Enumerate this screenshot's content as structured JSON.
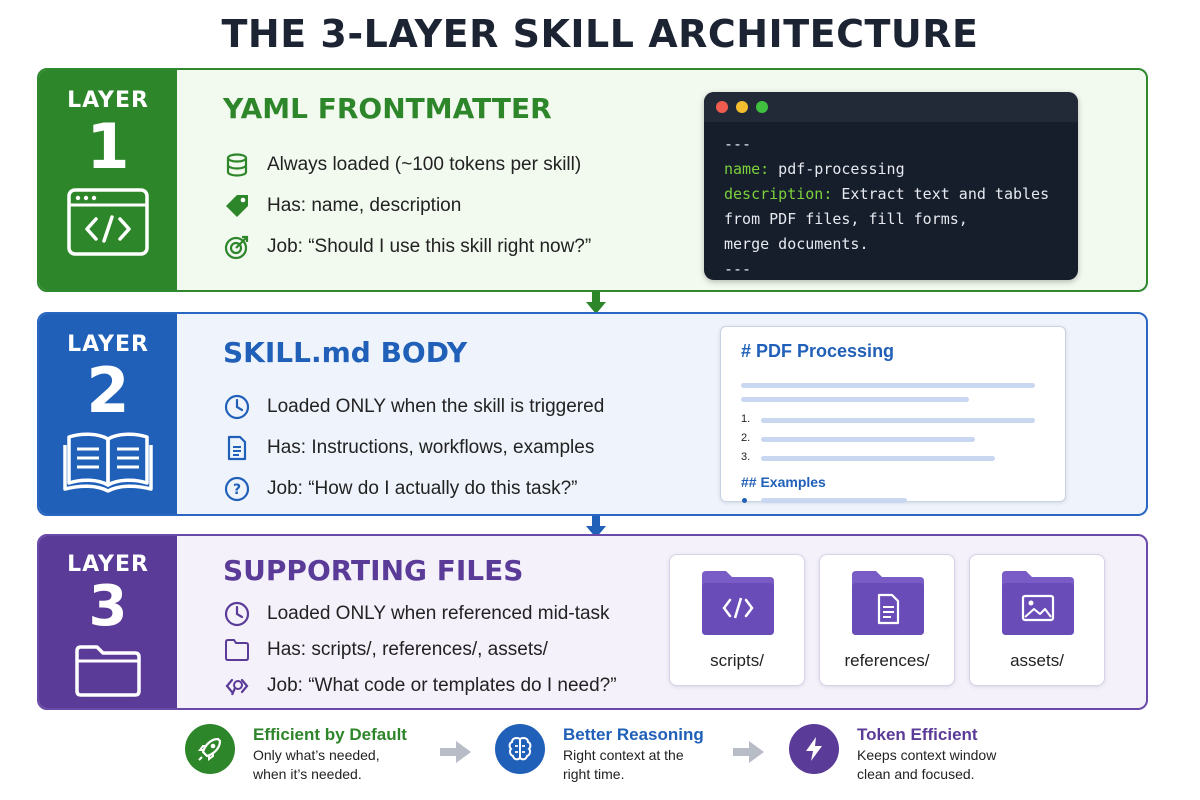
{
  "title": "THE 3-LAYER SKILL ARCHITECTURE",
  "colors": {
    "layer1": "#2e862b",
    "layer2": "#2060b8",
    "layer3": "#5b3b98"
  },
  "layers": [
    {
      "badge_label": "LAYER",
      "number": "1",
      "badge_icon": "code-window-icon",
      "heading": "YAML FRONTMATTER",
      "bullets": [
        {
          "icon": "database-icon",
          "text": "Always loaded (~100 tokens per skill)"
        },
        {
          "icon": "tag-icon",
          "text": "Has: name, description"
        },
        {
          "icon": "target-icon",
          "text": "Job: “Should I use this skill right now?”"
        }
      ],
      "code": {
        "lines": [
          {
            "key": "",
            "value": "---"
          },
          {
            "key": "name:",
            "value": " pdf-processing"
          },
          {
            "key": "description:",
            "value": " Extract text and tables"
          },
          {
            "key": "",
            "value": "from PDF files, fill forms,"
          },
          {
            "key": "",
            "value": "merge documents."
          },
          {
            "key": "",
            "value": "---"
          }
        ]
      }
    },
    {
      "badge_label": "LAYER",
      "number": "2",
      "badge_icon": "open-book-icon",
      "heading": "SKILL.md BODY",
      "bullets": [
        {
          "icon": "clock-icon",
          "text": "Loaded ONLY when the skill is triggered"
        },
        {
          "icon": "document-icon",
          "text": "Has: Instructions, workflows, examples"
        },
        {
          "icon": "question-icon",
          "text": "Job: “How do I actually do this task?”"
        }
      ],
      "doc": {
        "h1": "# PDF Processing",
        "numbers": [
          "1.",
          "2.",
          "3."
        ],
        "h2": "## Examples"
      }
    },
    {
      "badge_label": "LAYER",
      "number": "3",
      "badge_icon": "folder-icon",
      "heading": "SUPPORTING FILES",
      "bullets": [
        {
          "icon": "clock-icon",
          "text": "Loaded ONLY when referenced mid-task"
        },
        {
          "icon": "folder-icon",
          "text": "Has: scripts/, references/, assets/"
        },
        {
          "icon": "code-search-icon",
          "text": "Job: “What code or templates do I need?”"
        }
      ],
      "folders": [
        {
          "icon": "code-folder-icon",
          "label": "scripts/"
        },
        {
          "icon": "document-folder-icon",
          "label": "references/"
        },
        {
          "icon": "image-folder-icon",
          "label": "assets/"
        }
      ]
    }
  ],
  "benefits": [
    {
      "icon": "rocket-icon",
      "title": "Efficient by Default",
      "line1": "Only what’s needed,",
      "line2": "when it’s needed.",
      "color": "#2e862b"
    },
    {
      "icon": "brain-icon",
      "title": "Better Reasoning",
      "line1": "Right context at the",
      "line2": "right time.",
      "color": "#2060b8"
    },
    {
      "icon": "lightning-icon",
      "title": "Token Efficient",
      "line1": "Keeps context window",
      "line2": "clean and focused.",
      "color": "#5b3b98"
    }
  ]
}
